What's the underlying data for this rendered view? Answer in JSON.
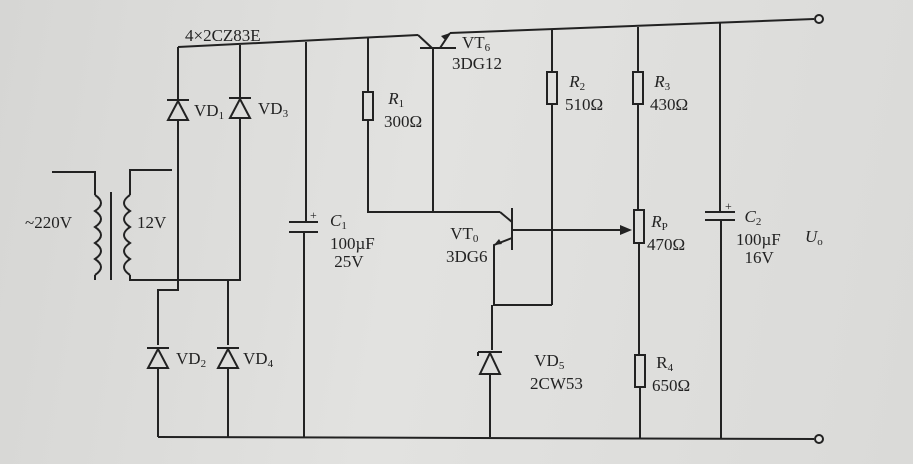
{
  "diagram": {
    "bridge_label": "4×2CZ83E",
    "input_voltage": "~220V",
    "secondary_voltage": "12V",
    "components": {
      "VD1": {
        "name": "VD",
        "sub": "1"
      },
      "VD2": {
        "name": "VD",
        "sub": "2"
      },
      "VD3": {
        "name": "VD",
        "sub": "3"
      },
      "VD4": {
        "name": "VD",
        "sub": "4"
      },
      "VD5": {
        "name": "VD",
        "sub": "5",
        "value": "2CW53"
      },
      "C1": {
        "name": "C",
        "sub": "1",
        "value": "100µF",
        "rating": "25V"
      },
      "C2": {
        "name": "C",
        "sub": "2",
        "value": "100µF",
        "rating": "16V"
      },
      "R1": {
        "name": "R",
        "sub": "1",
        "value": "300Ω"
      },
      "R2": {
        "name": "R",
        "sub": "2",
        "value": "510Ω"
      },
      "R3": {
        "name": "R",
        "sub": "3",
        "value": "430Ω"
      },
      "RP": {
        "name": "R",
        "sub": "P",
        "value": "470Ω"
      },
      "R4": {
        "name": "R",
        "sub": "4",
        "value": "650Ω"
      },
      "VT6": {
        "name": "VT",
        "sub": "6",
        "value": "3DG12"
      },
      "VT0": {
        "name": "VT",
        "sub": "0",
        "value": "3DG6"
      }
    },
    "output": {
      "name": "U",
      "sub": "o"
    }
  }
}
